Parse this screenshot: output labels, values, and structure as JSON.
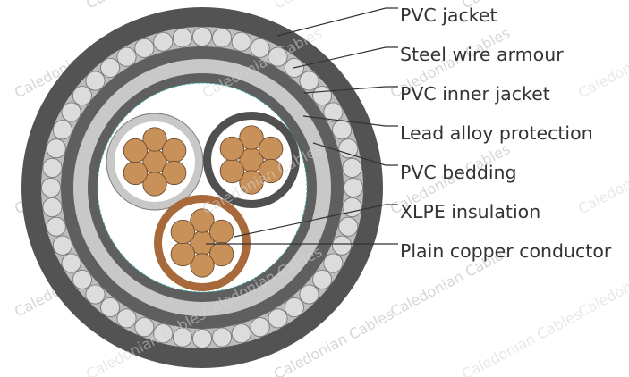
{
  "labels": [
    "PVC jacket",
    "Steel wire armour",
    "PVC inner jacket",
    "Lead alloy protection",
    "PVC bedding",
    "XLPE insulation",
    "Plain copper conductor"
  ],
  "watermark": "Caledonian Cables",
  "colors": {
    "jacket": "#535353",
    "armour_ring": "#bdbdbd",
    "armour_wire": "#dcdcdc",
    "inner_jacket": "#5f5f5f",
    "lead_alloy": "#c8c8c8",
    "bedding_edge": "#3aa7a7",
    "copper": "#c8915a",
    "insulation_light": "#c8c8c8",
    "insulation_dark": "#505050",
    "insulation_brown": "#a86a3a",
    "leader_line": "#333333",
    "text": "#333333"
  }
}
